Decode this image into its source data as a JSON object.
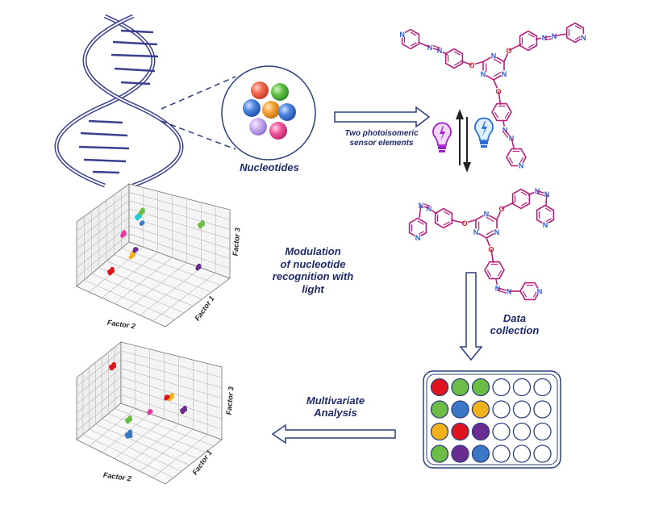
{
  "labels": {
    "nucleotides": "Nucleotides",
    "sensor_line1": "Two photoisomeric",
    "sensor_line2": "sensor elements",
    "modulation_line1": "Modulation",
    "modulation_line2": "of nucleotide",
    "modulation_line3": "recognition with",
    "modulation_line4": "light",
    "data_line1": "Data",
    "data_line2": "collection",
    "mva_line1": "Multivariate",
    "mva_line2": "Analysis"
  },
  "plots": {
    "plot1": {
      "axis_x": "Factor 2",
      "axis_y": "Factor 1",
      "axis_z": "Factor 3"
    },
    "plot2": {
      "axis_x": "Factor 2",
      "axis_y": "Factor 1",
      "axis_z": "Factor 3"
    }
  },
  "chem": {
    "n": "N",
    "o": "O"
  },
  "colors": {
    "dna": "#3a3f8f",
    "molecule": "#b5207a",
    "arrow_outline": "#2c3e7a",
    "text": "#1f2a6b",
    "red": "#e0141e",
    "green": "#6cbd45",
    "blue": "#3a78c6",
    "orange": "#f2b21b",
    "purple": "#6a2c91",
    "magenta": "#e83aa6",
    "cyan": "#27c6d8"
  },
  "well_plate": {
    "rows": [
      [
        "red",
        "green",
        "green",
        "empty",
        "empty",
        "empty"
      ],
      [
        "green",
        "blue",
        "orange",
        "empty",
        "empty",
        "empty"
      ],
      [
        "orange",
        "red",
        "purple",
        "empty",
        "empty",
        "empty"
      ],
      [
        "green",
        "purple",
        "blue",
        "empty",
        "empty",
        "empty"
      ]
    ]
  },
  "nucleotide_spheres": [
    "red",
    "green",
    "blue",
    "orange",
    "lavender",
    "pink"
  ]
}
